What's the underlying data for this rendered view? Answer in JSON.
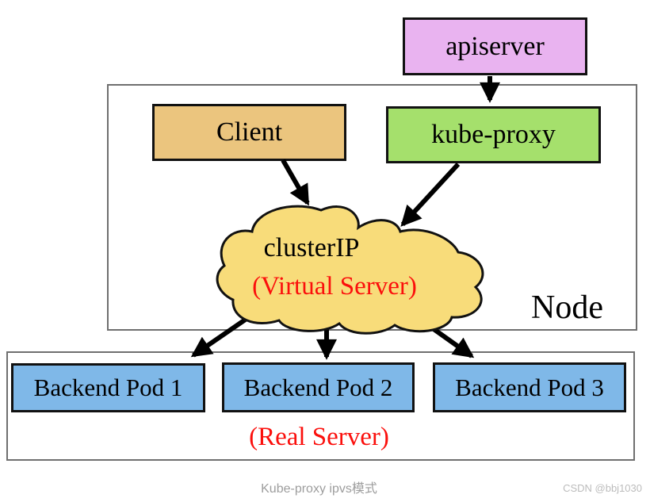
{
  "colors": {
    "apiserver_fill": "#e9b3f0",
    "client_fill": "#ebc57e",
    "kube_proxy_fill": "#a5e06c",
    "cloud_fill": "#f8dc7a",
    "pod_fill": "#7fb8e8",
    "highlight_red": "#fb0f0c",
    "arrow_black": "#000000"
  },
  "nodes": {
    "apiserver": {
      "label": "apiserver"
    },
    "client": {
      "label": "Client"
    },
    "kube_proxy": {
      "label": "kube-proxy"
    },
    "cluster_ip": {
      "title": "clusterIP",
      "subtitle": "(Virtual Server)"
    },
    "node_container": {
      "label": "Node"
    },
    "pods": [
      {
        "label": "Backend Pod 1"
      },
      {
        "label": "Backend Pod 2"
      },
      {
        "label": "Backend Pod 3"
      }
    ],
    "real_server_label": "(Real Server)"
  },
  "footer": {
    "caption": "Kube-proxy ipvs模式",
    "watermark": "CSDN @bbj1030"
  }
}
